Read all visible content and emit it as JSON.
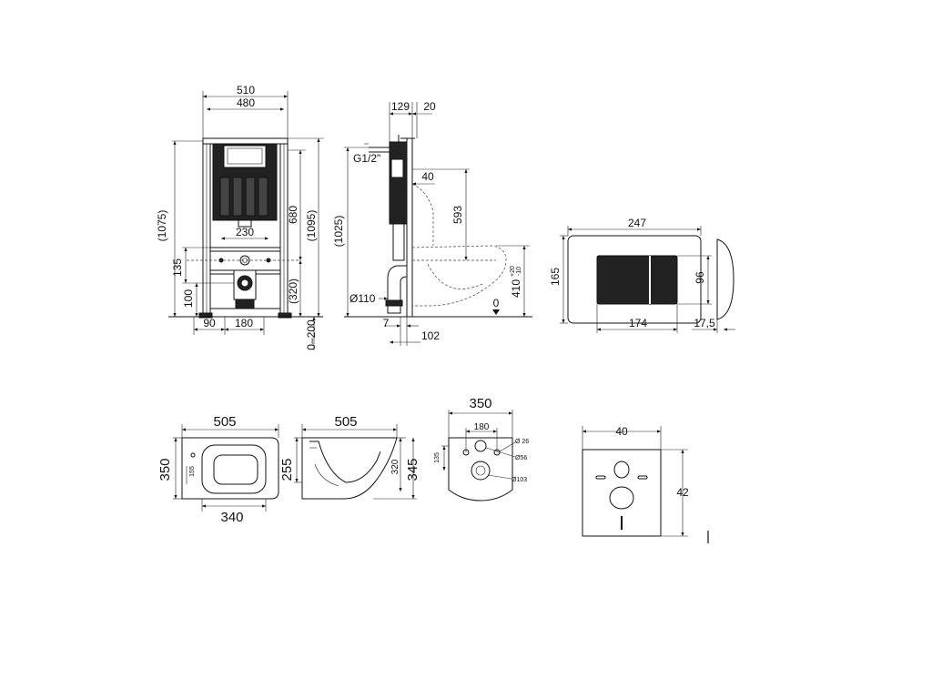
{
  "frame_front": {
    "width_outer": "510",
    "width_inner": "480",
    "height_total": "(1075)",
    "height_680": "680",
    "height_1095": "(1095)",
    "spacing_230": "230",
    "height_135": "135",
    "height_100": "100",
    "height_320": "(320)",
    "offset_90": "90",
    "width_180": "180",
    "leg_range": "0–200"
  },
  "frame_side": {
    "depth_129": "129",
    "depth_20": "20",
    "inlet": "G1/2\"",
    "offset_40": "40",
    "height_593": "593",
    "height_1025": "(1025)",
    "pipe": "Ø110",
    "height_410": "410",
    "tol_plus": "+20",
    "tol_minus": "-10",
    "zero": "0",
    "offset_7": "7",
    "offset_102": "102"
  },
  "flush_plate": {
    "width": "247",
    "height": "165",
    "button_height": "96",
    "button_width": "174",
    "depth": "17,5"
  },
  "bowl_top": {
    "length": "505",
    "width": "350",
    "rear_width": "340",
    "dim_155": "155"
  },
  "bowl_side": {
    "length": "505",
    "height_255": "255",
    "height_320": "320",
    "height_345": "345"
  },
  "bowl_rear": {
    "width": "350",
    "spacing": "180",
    "dia_26": "Ø 26",
    "dia_56": "Ø56",
    "dia_103": "Ø103",
    "height_135": "135"
  },
  "sound_pad": {
    "width": "40",
    "height": "42"
  }
}
